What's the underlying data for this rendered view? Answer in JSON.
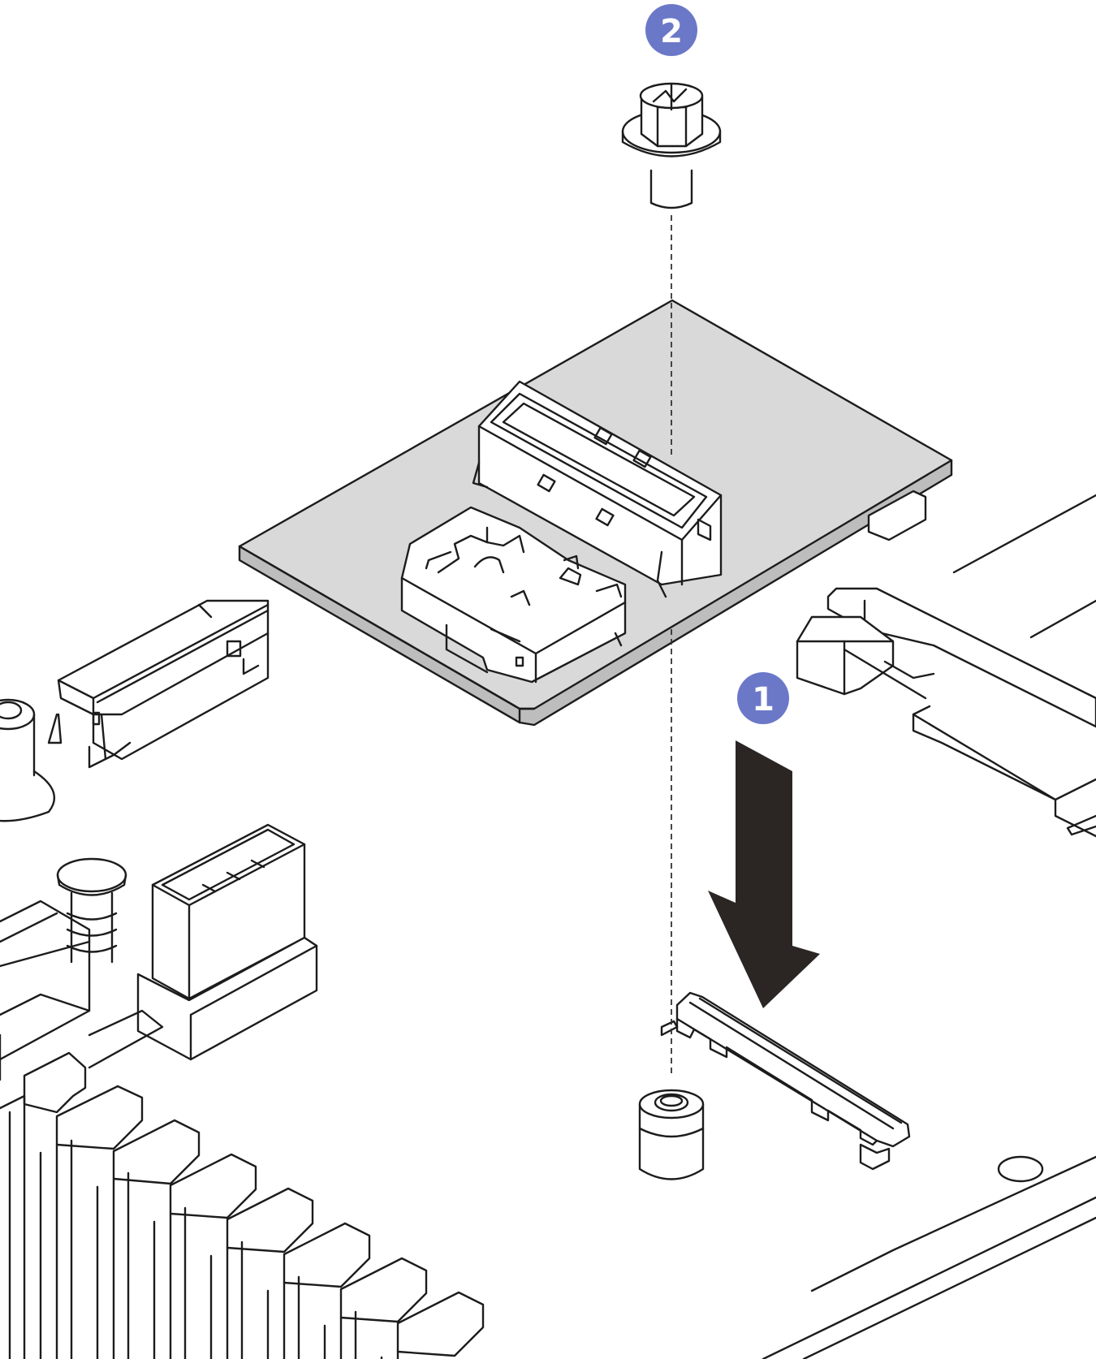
{
  "callouts": [
    {
      "id": "1",
      "label": "1"
    },
    {
      "id": "2",
      "label": "2"
    }
  ],
  "colors": {
    "callout_fill": "#6b78c8",
    "board_fill": "#d9d9d9",
    "arrow_fill": "#2b2624",
    "line": "#1c1c1c",
    "background": "#ffffff"
  },
  "icons": {
    "arrow": "down-arrow-icon",
    "screw": "screw-icon",
    "standoff": "standoff-icon"
  }
}
